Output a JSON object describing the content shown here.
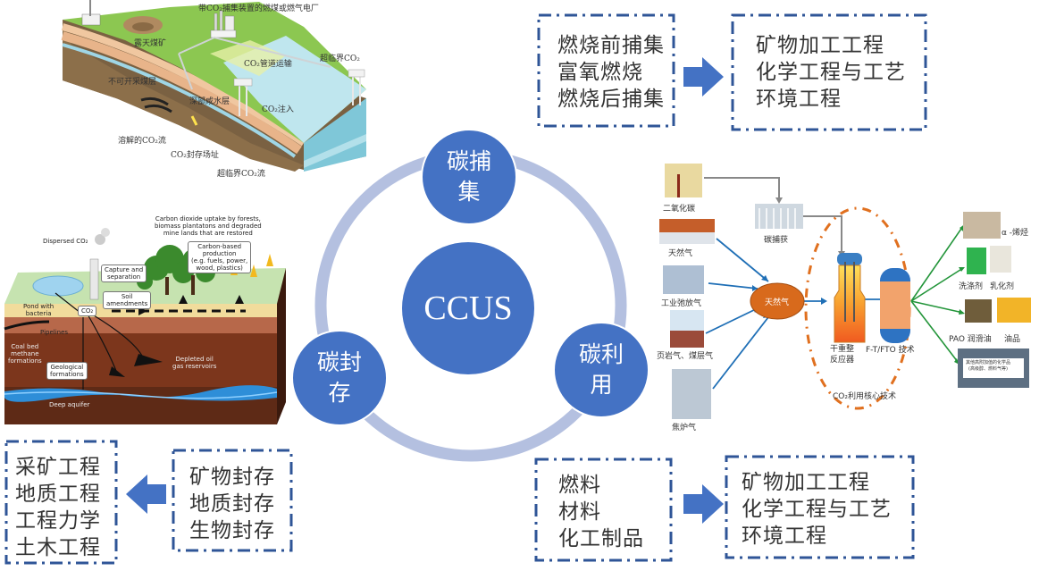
{
  "cycle": {
    "center": "CCUS",
    "nodes": {
      "capture": [
        "碳捕",
        "集"
      ],
      "storage": [
        "碳封",
        "存"
      ],
      "utilization": [
        "碳利",
        "用"
      ]
    },
    "colors": {
      "node": "#4472c4",
      "ring": "#b4c0e0",
      "border": "#2f5597",
      "arrow": "#4472c4"
    }
  },
  "capture_section": {
    "methods": [
      "燃烧前捕集",
      "富氧燃烧",
      "燃烧后捕集"
    ],
    "disciplines": [
      "矿物加工工程",
      "化学工程与工艺",
      "环境工程"
    ]
  },
  "storage_section": {
    "methods": [
      "矿物封存",
      "地质封存",
      "生物封存"
    ],
    "disciplines": [
      "采矿工程",
      "地质工程",
      "工程力学",
      "土木工程"
    ]
  },
  "utilization_section": {
    "products": [
      "燃料",
      "材料",
      "化工制品"
    ],
    "disciplines": [
      "矿物加工工程",
      "化学工程与工艺",
      "环境工程"
    ]
  },
  "geo_diagram_cn": {
    "labels": {
      "power_plant": "带CO₂捕集装置的燃煤或燃气电厂",
      "open_mine": "露天煤矿",
      "pipeline": "CO₂管道运输",
      "supercritical_top": "超临界CO₂",
      "unmineable_coal": "不可开采煤层",
      "saline_aquifer": "深部咸水层",
      "injection": "CO₂注入",
      "dissolved": "溶解的CO₂流",
      "storage_site": "CO₂封存场址",
      "supercritical_flow": "超临界CO₂流"
    }
  },
  "geo_diagram_en": {
    "labels": {
      "dispersed": "Dispersed CO₂",
      "uptake": [
        "Carbon dioxide uptake by forests,",
        "biomass plantatons and degraded",
        "mine lands that are restored"
      ],
      "capture": [
        "Capture and",
        "separation"
      ],
      "carbon_production": [
        "Carbon-based",
        "production",
        "(e.g. fuels, power,",
        "wood, plastics)"
      ],
      "soil": [
        "Soil",
        "amendments"
      ],
      "pond": [
        "Pond with",
        "bacteria"
      ],
      "co2": "CO₂",
      "pipelines": "Pipelines",
      "coal_bed": [
        "Coal bed",
        "methane",
        "formations"
      ],
      "geological": [
        "Geological",
        "formations"
      ],
      "depleted": [
        "Depleted oil",
        "gas reservoirs"
      ],
      "aquifer": "Deep aquifer"
    }
  },
  "process_diagram": {
    "sources": [
      "二氧化碳",
      "天然气",
      "工业弛放气",
      "页岩气、煤层气",
      "焦炉气"
    ],
    "capture": "碳捕获",
    "hub": "天然气",
    "reactor": [
      "干重整",
      "反应器"
    ],
    "ft": "F-T/FTO 技术",
    "core": "CO₂利用核心技术",
    "products": {
      "olefin": "α -烯烃",
      "detergent": "洗涤剂",
      "emulsifier": "乳化剂",
      "pao": "PAO 润滑油",
      "oil": "油品",
      "other": [
        "其他高附加值的化学品",
        "(高级醇、燃料气等)"
      ]
    }
  }
}
